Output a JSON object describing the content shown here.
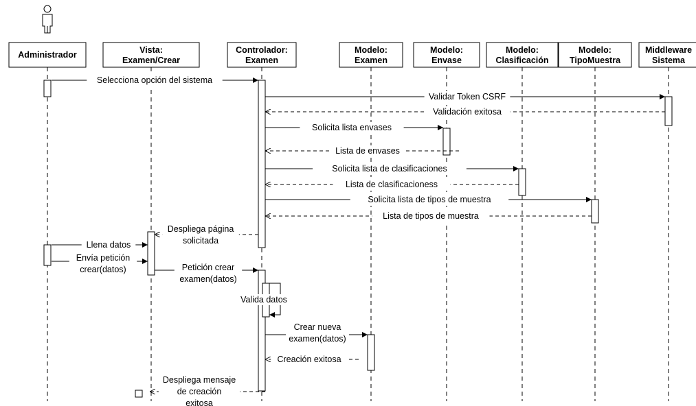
{
  "participants": [
    {
      "id": "admin",
      "lines": [
        "Administrador"
      ]
    },
    {
      "id": "vista",
      "lines": [
        "Vista:",
        "Examen/Crear"
      ]
    },
    {
      "id": "ctrl",
      "lines": [
        "Controlador:",
        "Examen"
      ]
    },
    {
      "id": "mexamen",
      "lines": [
        "Modelo:",
        "Examen"
      ]
    },
    {
      "id": "menvase",
      "lines": [
        "Modelo:",
        "Envase"
      ]
    },
    {
      "id": "mclasif",
      "lines": [
        "Modelo:",
        "Clasificación"
      ]
    },
    {
      "id": "mtipo",
      "lines": [
        "Modelo:",
        "TipoMuestra"
      ]
    },
    {
      "id": "mw",
      "lines": [
        "Middleware",
        "Sistema"
      ]
    }
  ],
  "messages": [
    {
      "id": "m1",
      "from": "admin",
      "to": "ctrl",
      "kind": "call",
      "lines": [
        "Selecciona opción del sistema"
      ]
    },
    {
      "id": "m2",
      "from": "ctrl",
      "to": "mw",
      "kind": "call",
      "lines": [
        "Validar Token CSRF"
      ]
    },
    {
      "id": "m3",
      "from": "mw",
      "to": "ctrl",
      "kind": "return",
      "lines": [
        "Validación exitosa"
      ]
    },
    {
      "id": "m4",
      "from": "ctrl",
      "to": "menvase",
      "kind": "call",
      "lines": [
        "Solicita lista envases"
      ]
    },
    {
      "id": "m5",
      "from": "menvase",
      "to": "ctrl",
      "kind": "return",
      "lines": [
        "Lista de envases"
      ]
    },
    {
      "id": "m6",
      "from": "ctrl",
      "to": "mclasif",
      "kind": "call",
      "lines": [
        "Solicita lista de clasificaciones"
      ]
    },
    {
      "id": "m7",
      "from": "mclasif",
      "to": "ctrl",
      "kind": "return",
      "lines": [
        "Lista de clasificacioness"
      ]
    },
    {
      "id": "m8",
      "from": "ctrl",
      "to": "mtipo",
      "kind": "call",
      "lines": [
        "Solicita lista de tipos de muestra"
      ]
    },
    {
      "id": "m9",
      "from": "mtipo",
      "to": "ctrl",
      "kind": "return",
      "lines": [
        "Lista de tipos de muestra"
      ]
    },
    {
      "id": "m10",
      "from": "ctrl",
      "to": "vista",
      "kind": "return",
      "lines": [
        "Despliega página",
        "solicitada"
      ]
    },
    {
      "id": "m11",
      "from": "admin",
      "to": "vista",
      "kind": "call",
      "lines": [
        "Llena datos"
      ]
    },
    {
      "id": "m12",
      "from": "admin",
      "to": "vista",
      "kind": "call",
      "lines": [
        "Envía petición",
        "crear(datos)"
      ]
    },
    {
      "id": "m13",
      "from": "vista",
      "to": "ctrl",
      "kind": "call",
      "lines": [
        "Petición crear",
        "examen(datos)"
      ]
    },
    {
      "id": "m14",
      "from": "ctrl",
      "to": "ctrl",
      "kind": "self",
      "lines": [
        "Valida datos"
      ]
    },
    {
      "id": "m15",
      "from": "ctrl",
      "to": "mexamen",
      "kind": "call",
      "lines": [
        "Crear nueva",
        "examen(datos)"
      ]
    },
    {
      "id": "m16",
      "from": "mexamen",
      "to": "ctrl",
      "kind": "return",
      "lines": [
        "Creación exitosa"
      ]
    },
    {
      "id": "m17",
      "from": "ctrl",
      "to": "vista",
      "kind": "return",
      "lines": [
        "Despliega mensaje",
        "de creación",
        "exitosa"
      ]
    }
  ]
}
